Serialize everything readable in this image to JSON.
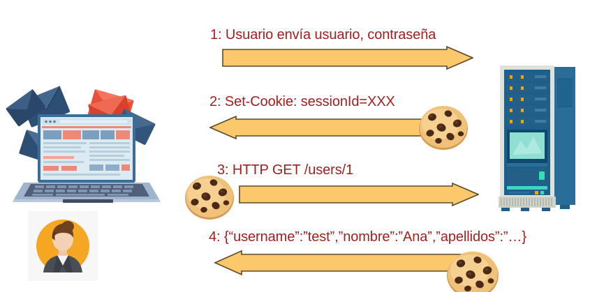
{
  "diagram": {
    "title": "Cookie session sequence diagram",
    "background_color": "#ffffff",
    "label_color": "#a11f1f",
    "arrow_fill_color": "#fbc96b",
    "arrow_stroke_color": "#5a4a2a",
    "steps": [
      {
        "number": "1",
        "text": "1: Usuario envía usuario, contraseña",
        "direction": "right",
        "has_cookie": false
      },
      {
        "number": "2",
        "text": "2: Set-Cookie: sessionId=XXX",
        "direction": "left",
        "has_cookie": true,
        "cookie_side": "right"
      },
      {
        "number": "3",
        "text": "3: HTTP GET /users/1",
        "direction": "right",
        "has_cookie": true,
        "cookie_side": "left"
      },
      {
        "number": "4",
        "text": "4: {“username”:”test”,”nombre”:”Ana”,”apellidos”:”…}",
        "direction": "left",
        "has_cookie": true,
        "cookie_side": "right"
      }
    ],
    "actors": {
      "client": {
        "name": "laptop-with-email-envelopes",
        "laptop_body_color": "#8fa6c4",
        "laptop_screen_color": "#2c5f85",
        "envelope_dark_color": "#2e4f73",
        "envelope_red_color": "#e8503a"
      },
      "user": {
        "name": "female-user-avatar",
        "circle_color": "#f5a623",
        "suit_color": "#4a4f55",
        "hair_color": "#6e4220",
        "skin_color": "#f3d2b6"
      },
      "server": {
        "name": "server-rack-tower",
        "chassis_color": "#1d5f8a",
        "side_panel_color": "#2a6d99",
        "frame_color": "#dfe2d8",
        "screen_color": "#8fe0d2",
        "led_color": "#f0a500"
      }
    }
  }
}
